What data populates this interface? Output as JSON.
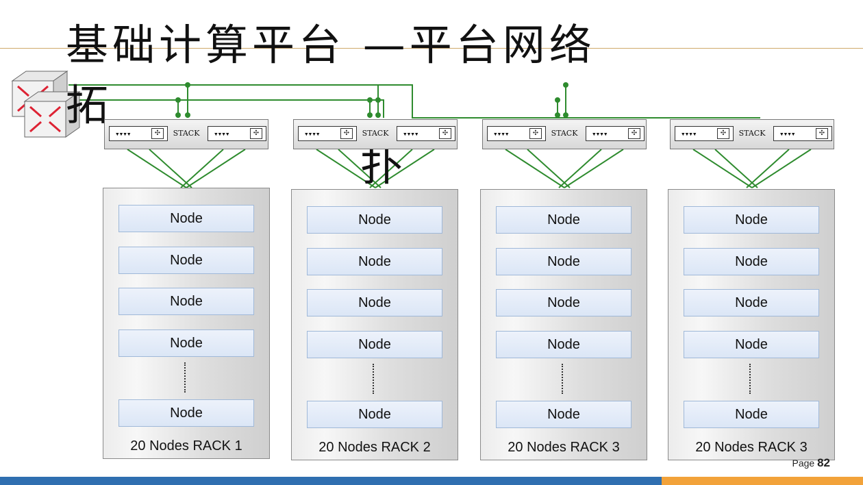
{
  "title": "基础计算平台 —平台网络拓扑",
  "title_line1": "基础计算平台 —平台网络拓",
  "title_line2": "扑",
  "switch_stack_label": "STACK",
  "switch_port_glyphs": "▾▾▾▾",
  "switch_box_glyph": "✣",
  "racks": [
    {
      "label": "20 Nodes RACK 1",
      "nodes": [
        "Node",
        "Node",
        "Node",
        "Node",
        "Node"
      ]
    },
    {
      "label": "20 Nodes RACK 2",
      "nodes": [
        "Node",
        "Node",
        "Node",
        "Node",
        "Node"
      ]
    },
    {
      "label": "20 Nodes RACK 3",
      "nodes": [
        "Node",
        "Node",
        "Node",
        "Node",
        "Node"
      ]
    },
    {
      "label": "20 Nodes RACK 3",
      "nodes": [
        "Node",
        "Node",
        "Node",
        "Node",
        "Node"
      ]
    }
  ],
  "page": {
    "prefix": "Page",
    "number": "82"
  },
  "colors": {
    "link": "#2e8b2e",
    "bar_blue": "#2f6fb0",
    "bar_orange": "#f2a23a",
    "node_border": "#9fb8d8"
  },
  "icons": [
    "core-router-icon",
    "switch-stack-icon"
  ]
}
